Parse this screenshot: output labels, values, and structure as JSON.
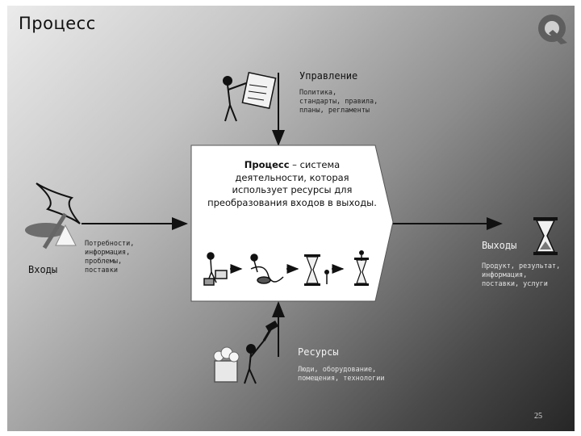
{
  "title": "Процесс",
  "management": {
    "header": "Управление",
    "items": [
      "Политика,",
      "стандарты, правила,",
      "планы, регламенты"
    ]
  },
  "process": {
    "term": "Процесс",
    "definition": " – система деятельности, которая использует ресурсы для преобразования входов в выходы."
  },
  "inputs": {
    "header": "Входы",
    "items": [
      "Потребности,",
      "информация,",
      "проблемы,",
      "поставки"
    ]
  },
  "outputs": {
    "header": "Выходы",
    "items": [
      "Продукт, результат,",
      "информация,",
      "поставки, услуги"
    ]
  },
  "resources": {
    "header": "Ресурсы",
    "items": [
      "Люди, оборудование,",
      "помещения, технологии"
    ]
  },
  "page_number": "25",
  "colors": {
    "arrow": "#111111",
    "box": "#ffffff",
    "logo": "#6e6e6e"
  }
}
